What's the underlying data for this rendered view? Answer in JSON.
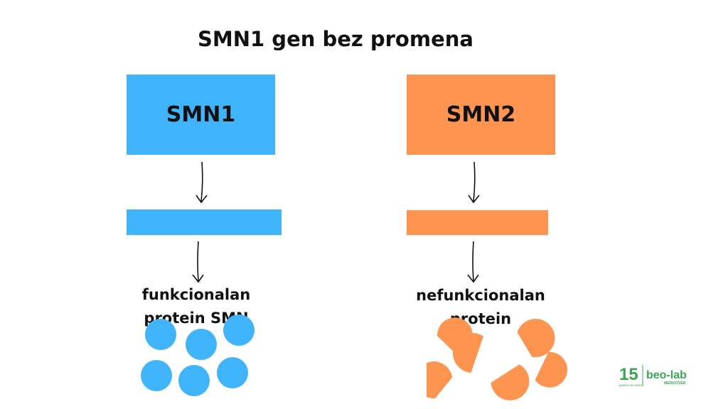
{
  "title": "SMN1 gen bez promena",
  "left": {
    "gene_label": "SMN1",
    "caption_line1": "funkcionalan",
    "caption_line2": "protein SMN",
    "color": "#40b4fa"
  },
  "right": {
    "gene_label": "SMN2",
    "caption_line1": "nefunkcionalan",
    "caption_line2": "protein",
    "color": "#fd9450"
  },
  "logo": {
    "number": "15",
    "tagline": "godina sa vama",
    "brand": "beo-lab",
    "sub": "MEDICOVER",
    "green": "#3aa655"
  }
}
